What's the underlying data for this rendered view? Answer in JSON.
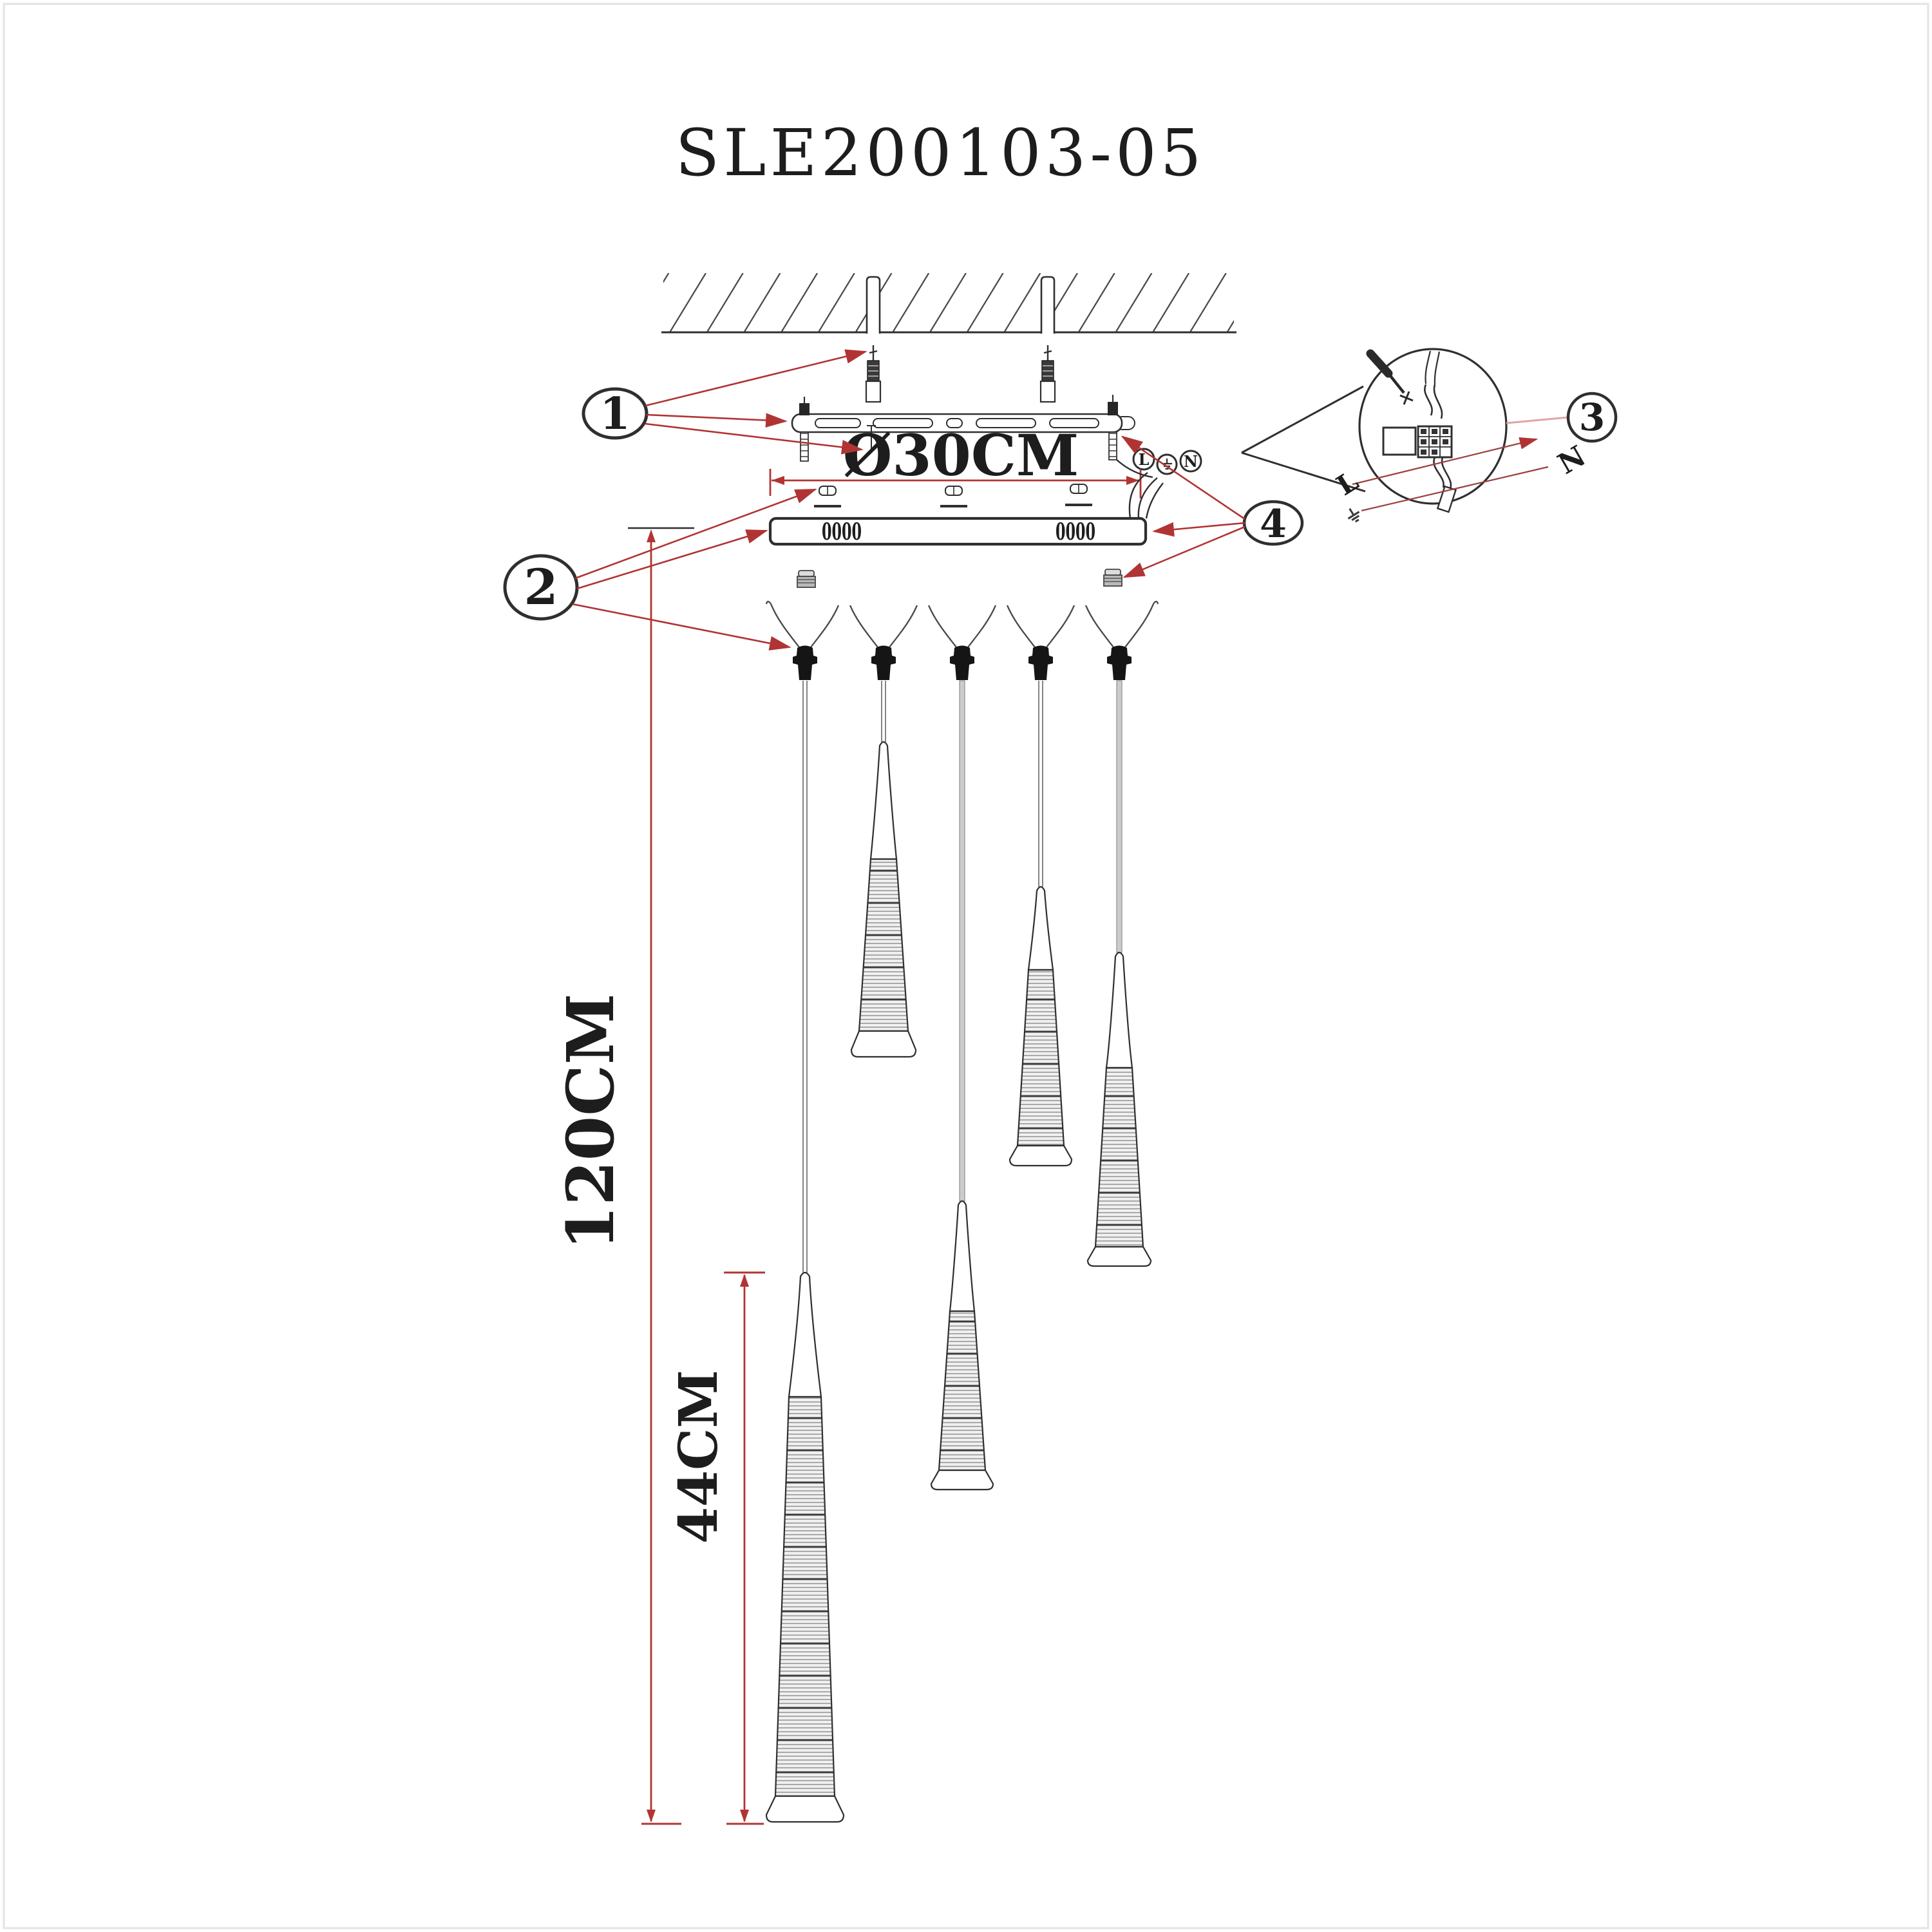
{
  "title": "SLE200103-05",
  "dimensions": {
    "canopy_diameter": "Ø30CM",
    "max_drop": "120CM",
    "shade_height": "44CM"
  },
  "callouts": {
    "one": "1",
    "two": "2",
    "three": "3",
    "four": "4"
  },
  "wiring": {
    "live": "L",
    "neutral": "N"
  },
  "canopy": {
    "vent_slots_left": "0000",
    "vent_slots_right": "0000"
  },
  "colors": {
    "line": "#2f2f2f",
    "annotation_red": "#b13434",
    "annotation_pink": "#dfa5a5"
  }
}
